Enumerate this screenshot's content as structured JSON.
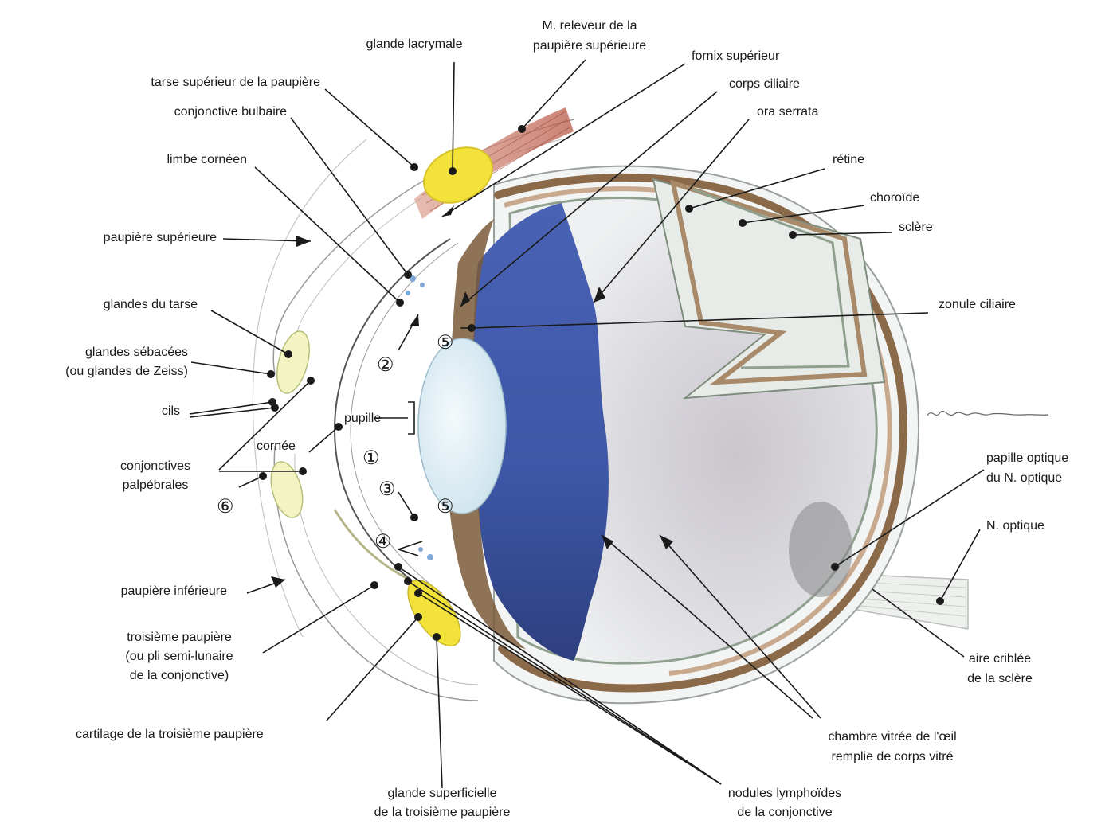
{
  "labels": {
    "glande_lacrymale": "glande lacrymale",
    "releveur_1": "M. releveur de la",
    "releveur_2": "paupière supérieure",
    "fornix": "fornix supérieur",
    "corps_ciliaire": "corps ciliaire",
    "ora_serrata": "ora serrata",
    "retine": "rétine",
    "choroide": "choroïde",
    "sclere": "sclère",
    "tarse_sup": "tarse supérieur de la paupière",
    "conj_bulbaire": "conjonctive bulbaire",
    "limbe": "limbe cornéen",
    "paupiere_sup": "paupière supérieure",
    "glandes_tarse": "glandes du  tarse",
    "glandes_seb_1": "glandes sébacées",
    "glandes_seb_2": "(ou glandes de Zeiss)",
    "cils": "cils",
    "pupille": "pupille",
    "cornee": "cornée",
    "conj_palp_1": "conjonctives",
    "conj_palp_2": "palpébrales",
    "zonule": "zonule ciliaire",
    "papille_1": "papille optique",
    "papille_2": "du N. optique",
    "n_optique": "N. optique",
    "paupiere_inf": "paupière inférieure",
    "troisieme_1": "troisième paupière",
    "troisieme_2": "(ou pli semi-lunaire",
    "troisieme_3": "de la conjonctive)",
    "cartilage": "cartilage de la troisième paupière",
    "aire_1": "aire criblée",
    "aire_2": "de la sclère",
    "chambre_1": "chambre vitrée de l'œil",
    "chambre_2": "remplie de corps vitré",
    "glande_sup_1": "glande superficielle",
    "glande_sup_2": "de la troisième paupière",
    "nodules_1": "nodules lymphoïdes",
    "nodules_2": "de la conjonctive"
  },
  "markers": {
    "m1": "①",
    "m2": "②",
    "m3": "③",
    "m4": "④",
    "m5a": "⑤",
    "m5b": "⑤",
    "m6": "⑥"
  },
  "colors": {
    "sclera": "#c9b49a",
    "choroid": "#8b6a4a",
    "retina": "#9aa79a",
    "vitreous": "#e4e6e8",
    "iris_blue": "#3f57a8",
    "lens": "#dfeef5",
    "gland_yellow": "#f2e23a",
    "muscle_red": "#c96a5a",
    "line": "#1a1a1a"
  }
}
